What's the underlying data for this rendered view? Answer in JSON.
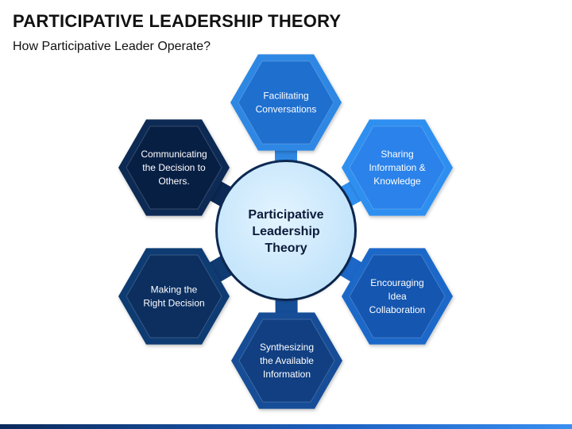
{
  "slide": {
    "title": "PARTICIPATIVE LEADERSHIP THEORY",
    "subtitle": "How Participative Leader Operate?"
  },
  "diagram": {
    "center": {
      "lines": [
        "Participative",
        "Leadership",
        "Theory"
      ],
      "fill": "#cfe9fb",
      "stroke": "#0d2a55"
    },
    "nodes": [
      {
        "id": "facilitating",
        "lines": [
          "Facilitating",
          "Conversations"
        ],
        "outer": "#2e87e3",
        "inner": "#1f6fcf"
      },
      {
        "id": "sharing",
        "lines": [
          "Sharing",
          "Information &",
          "Knowledge"
        ],
        "outer": "#2f8ff0",
        "inner": "#2a82ea"
      },
      {
        "id": "encouraging",
        "lines": [
          "Encouraging",
          "Idea",
          "Collaboration"
        ],
        "outer": "#1c67c8",
        "inner": "#1556b0"
      },
      {
        "id": "synthesizing",
        "lines": [
          "Synthesizing",
          "the Available",
          "Information"
        ],
        "outer": "#154d96",
        "inner": "#113f82"
      },
      {
        "id": "making",
        "lines": [
          "Making the",
          "Right Decision"
        ],
        "outer": "#103a72",
        "inner": "#0c2f60"
      },
      {
        "id": "communicating",
        "lines": [
          "Communicating",
          "the Decision to",
          "Others."
        ],
        "outer": "#0c2a55",
        "inner": "#081f44"
      }
    ]
  }
}
